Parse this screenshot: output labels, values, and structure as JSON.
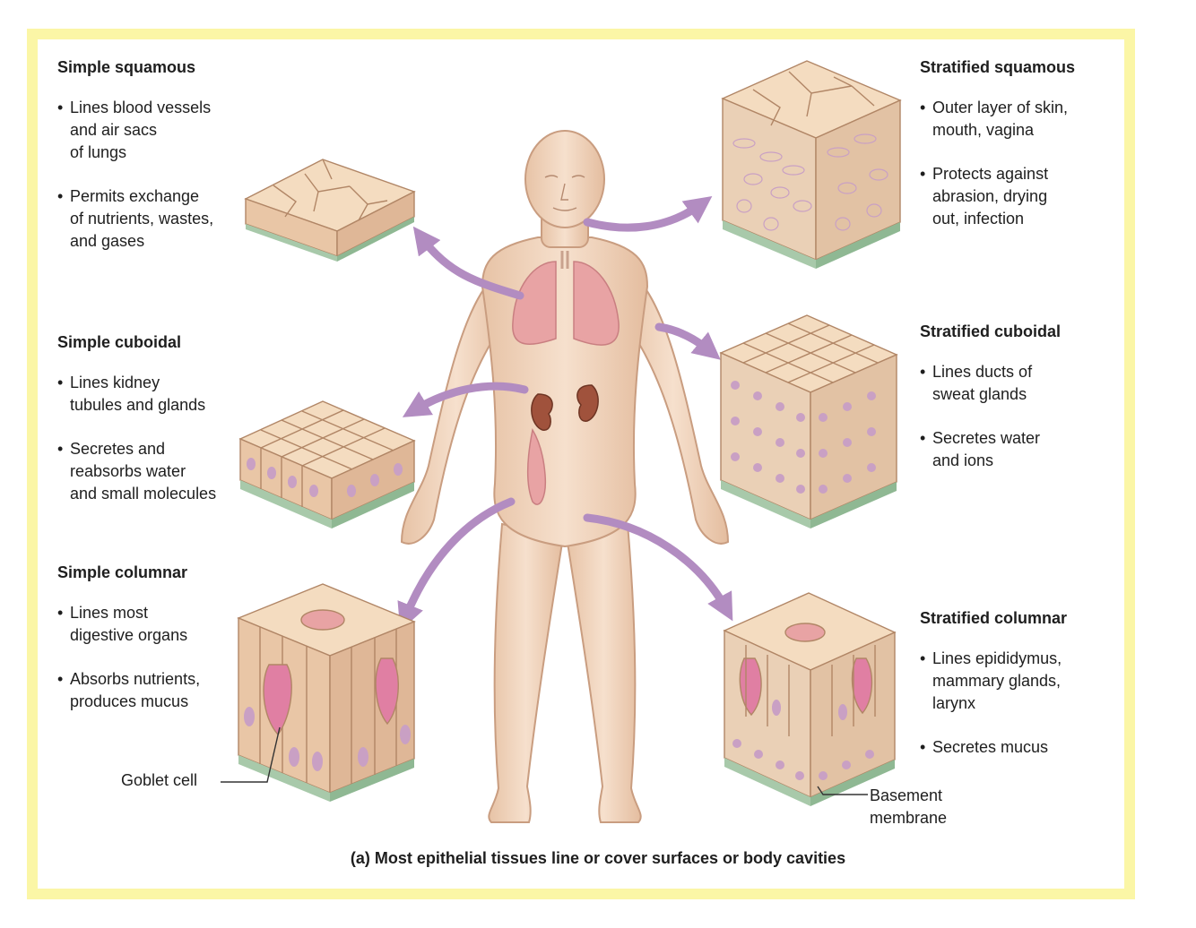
{
  "tissues": {
    "simple_squamous": {
      "title": "Simple squamous",
      "bullets": [
        [
          "Lines blood vessels",
          "and air sacs",
          "of lungs"
        ],
        [
          "Permits exchange",
          "of nutrients, wastes,",
          "and gases"
        ]
      ]
    },
    "simple_cuboidal": {
      "title": "Simple cuboidal",
      "bullets": [
        [
          "Lines kidney",
          "tubules and glands"
        ],
        [
          "Secretes and",
          "reabsorbs water",
          "and small molecules"
        ]
      ]
    },
    "simple_columnar": {
      "title": "Simple columnar",
      "bullets": [
        [
          "Lines most",
          "digestive organs"
        ],
        [
          "Absorbs nutrients,",
          "produces mucus"
        ]
      ]
    },
    "stratified_squamous": {
      "title": "Stratified squamous",
      "bullets": [
        [
          "Outer layer of skin,",
          "mouth, vagina"
        ],
        [
          "Protects against",
          "abrasion, drying",
          "out, infection"
        ]
      ]
    },
    "stratified_cuboidal": {
      "title": "Stratified cuboidal",
      "bullets": [
        [
          "Lines ducts of",
          "sweat glands"
        ],
        [
          "Secretes water",
          "and ions"
        ]
      ]
    },
    "stratified_columnar": {
      "title": "Stratified columnar",
      "bullets": [
        [
          "Lines epididymus,",
          "mammary glands,",
          "larynx"
        ],
        [
          "Secretes mucus"
        ]
      ]
    }
  },
  "labels": {
    "goblet_cell": "Goblet  cell",
    "basement_membrane": [
      "Basement",
      "membrane"
    ]
  },
  "caption": "(a) Most epithelial tissues line or cover surfaces or body cavities",
  "colors": {
    "frame": "#fbf6a6",
    "arrow": "#b28cc1",
    "skin": "#f0d3bc",
    "lung": "#e8a3a4",
    "kidney": "#a0523c",
    "tissue_top": "#f4dcc0",
    "tissue_side": "#e9c6a6",
    "nucleus": "#c9a0c4",
    "basement": "#a8c9aa",
    "goblet": "#e07fa3"
  }
}
